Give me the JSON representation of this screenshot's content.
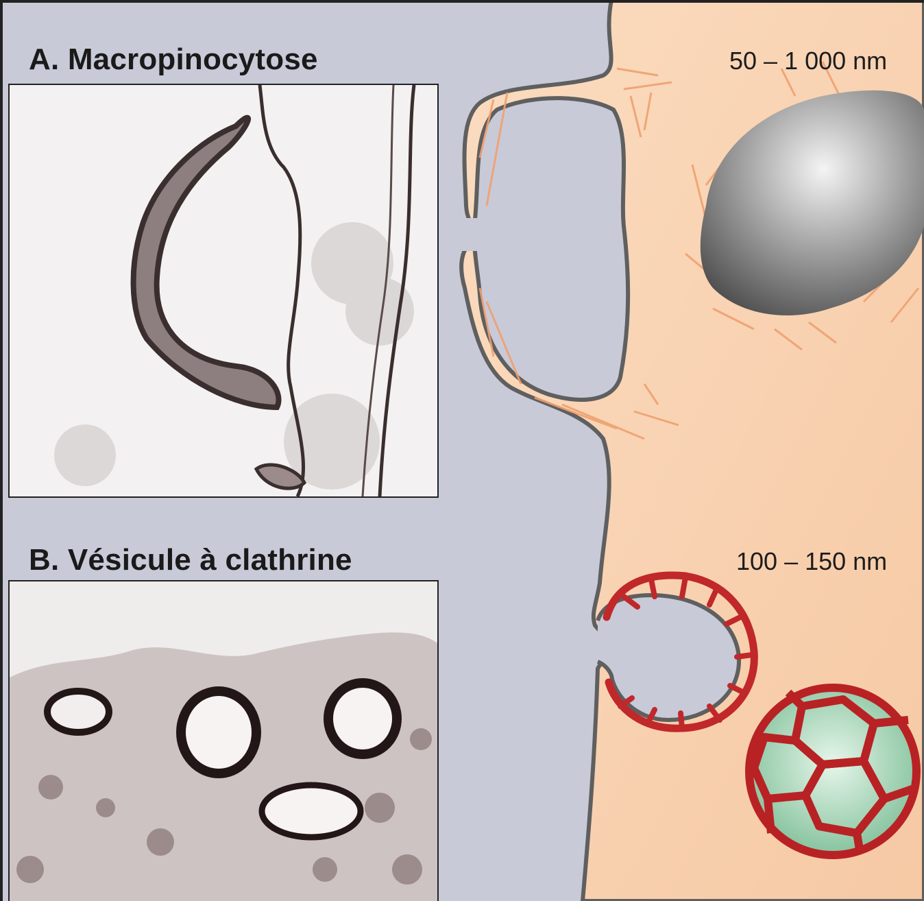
{
  "panel_a": {
    "title": "A. Macropinocytose",
    "size_range": "50 – 1 000 nm"
  },
  "panel_b": {
    "title": "B. Vésicule à clathrine",
    "size_range": "100 – 150 nm"
  },
  "colors": {
    "extracellular": "#c8cad8",
    "cytoplasm": "#f9d0ad",
    "membrane": "#5f5f5f",
    "actin": "#f0a070",
    "clathrin": "#c0282a",
    "cargo": "#8a8a8a",
    "vesicle_interior": "#a8d8b8"
  }
}
